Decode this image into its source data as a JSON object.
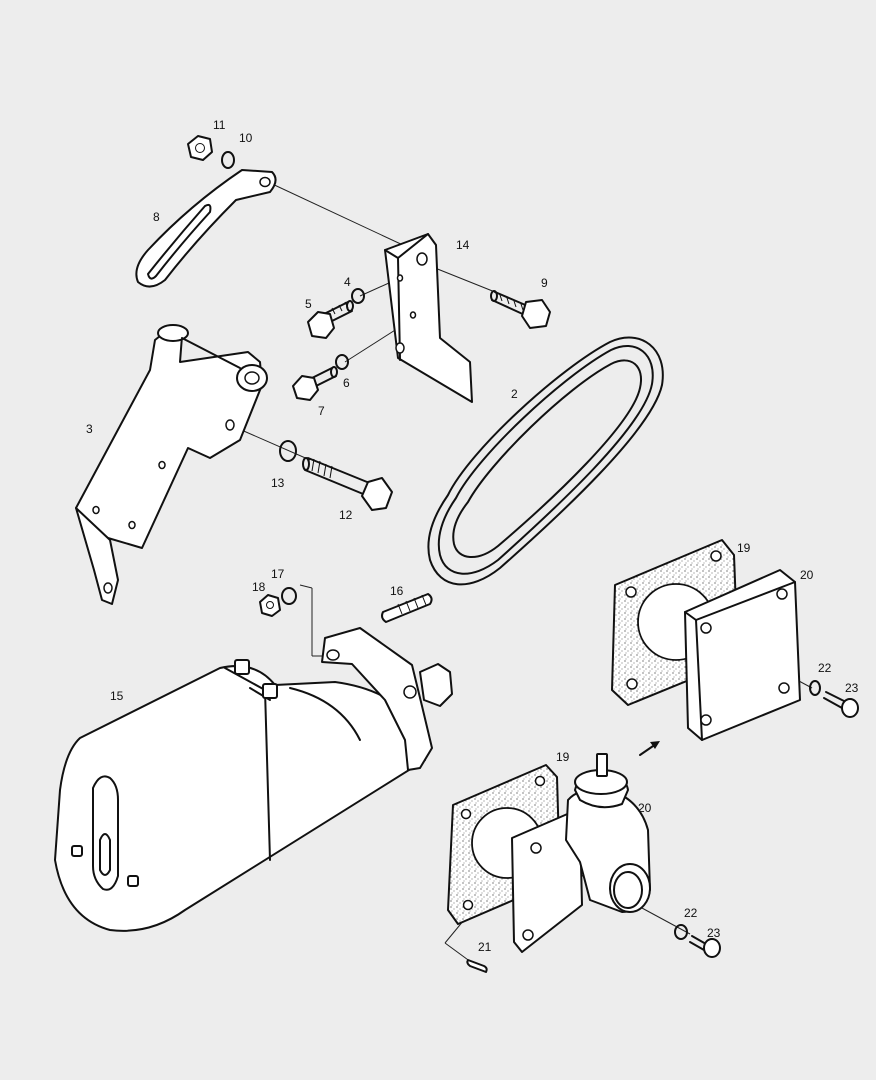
{
  "diagram": {
    "callouts": [
      {
        "id": "c11",
        "text": "11"
      },
      {
        "id": "c10",
        "text": "10"
      },
      {
        "id": "c8",
        "text": "8"
      },
      {
        "id": "c14",
        "text": "14"
      },
      {
        "id": "c4",
        "text": "4"
      },
      {
        "id": "c9",
        "text": "9"
      },
      {
        "id": "c5",
        "text": "5"
      },
      {
        "id": "c6",
        "text": "6"
      },
      {
        "id": "c7",
        "text": "7"
      },
      {
        "id": "c2",
        "text": "2"
      },
      {
        "id": "c3",
        "text": "3"
      },
      {
        "id": "c13",
        "text": "13"
      },
      {
        "id": "c12",
        "text": "12"
      },
      {
        "id": "c19a",
        "text": "19"
      },
      {
        "id": "c20a",
        "text": "20"
      },
      {
        "id": "c17",
        "text": "17"
      },
      {
        "id": "c18",
        "text": "18"
      },
      {
        "id": "c16",
        "text": "16"
      },
      {
        "id": "c22a",
        "text": "22"
      },
      {
        "id": "c23a",
        "text": "23"
      },
      {
        "id": "c15",
        "text": "15"
      },
      {
        "id": "c19b",
        "text": "19"
      },
      {
        "id": "c20b",
        "text": "20"
      },
      {
        "id": "c22b",
        "text": "22"
      },
      {
        "id": "c23b",
        "text": "23"
      },
      {
        "id": "c21",
        "text": "21"
      }
    ]
  }
}
